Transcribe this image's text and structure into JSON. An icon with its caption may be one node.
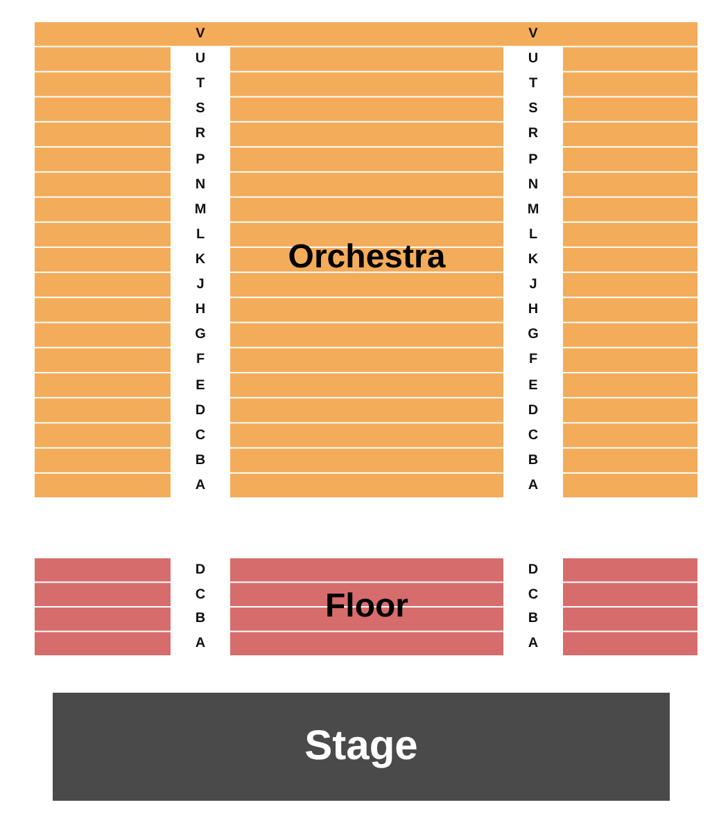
{
  "diagram": {
    "nodes": [
      {
        "text": [
          "Orchestra"
        ]
      },
      {
        "text": [
          "Floor"
        ]
      },
      {
        "text": [
          "Stage"
        ]
      }
    ],
    "labels": [
      "V",
      "V",
      "U",
      "U",
      "T",
      "T",
      "S",
      "S",
      "R",
      "R",
      "P",
      "P",
      "N",
      "N",
      "M",
      "M",
      "L",
      "L",
      "K",
      "K",
      "J",
      "J",
      "H",
      "H",
      "G",
      "G",
      "F",
      "F",
      "E",
      "E",
      "D",
      "D",
      "C",
      "C",
      "B",
      "B",
      "A",
      "A",
      "D",
      "D",
      "C",
      "C",
      "B",
      "B",
      "A",
      "A"
    ]
  }
}
